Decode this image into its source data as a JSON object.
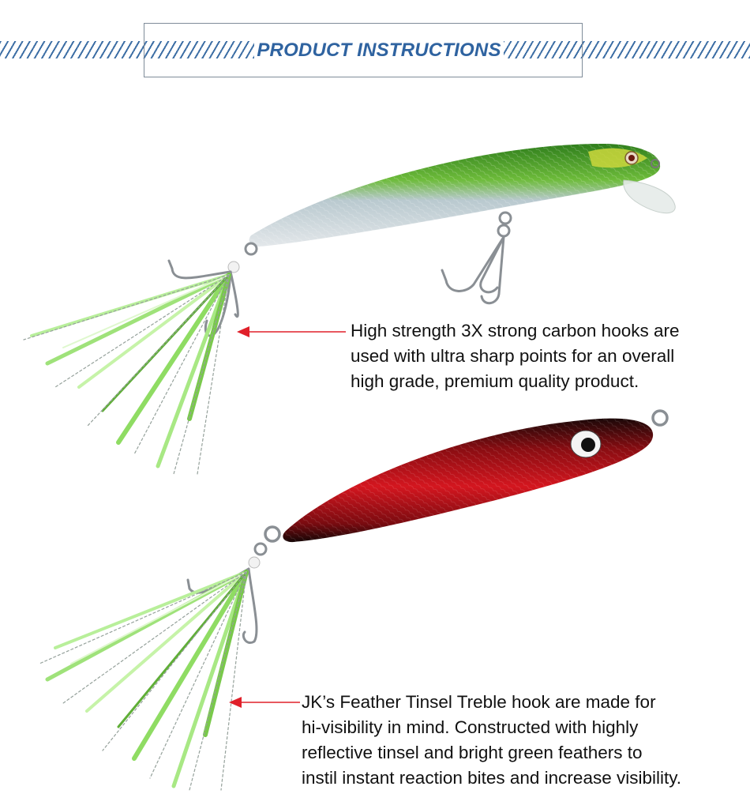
{
  "header": {
    "title": "PRODUCT INSTRUCTIONS",
    "accent_color": "#2f63a0"
  },
  "features": [
    {
      "lines": [
        "High strength 3X strong carbon hooks are",
        "used with ultra sharp points for an overall",
        "high grade, premium quality product."
      ],
      "pointer_color": "#e0202a"
    },
    {
      "lines": [
        "JK’s Feather Tinsel Treble hook are made for",
        "hi-visibility in mind. Constructed with highly",
        "reflective tinsel and bright green feathers to",
        "instil instant reaction bites and increase visibility."
      ],
      "pointer_color": "#e0202a"
    }
  ],
  "products": [
    {
      "name": "green-minnow-lure",
      "body_color": "#3f9a2a",
      "belly_color": "#c9d2d6"
    },
    {
      "name": "red-jig-lure",
      "body_color": "#c0151c",
      "edge_color": "#1a0b0b"
    }
  ]
}
